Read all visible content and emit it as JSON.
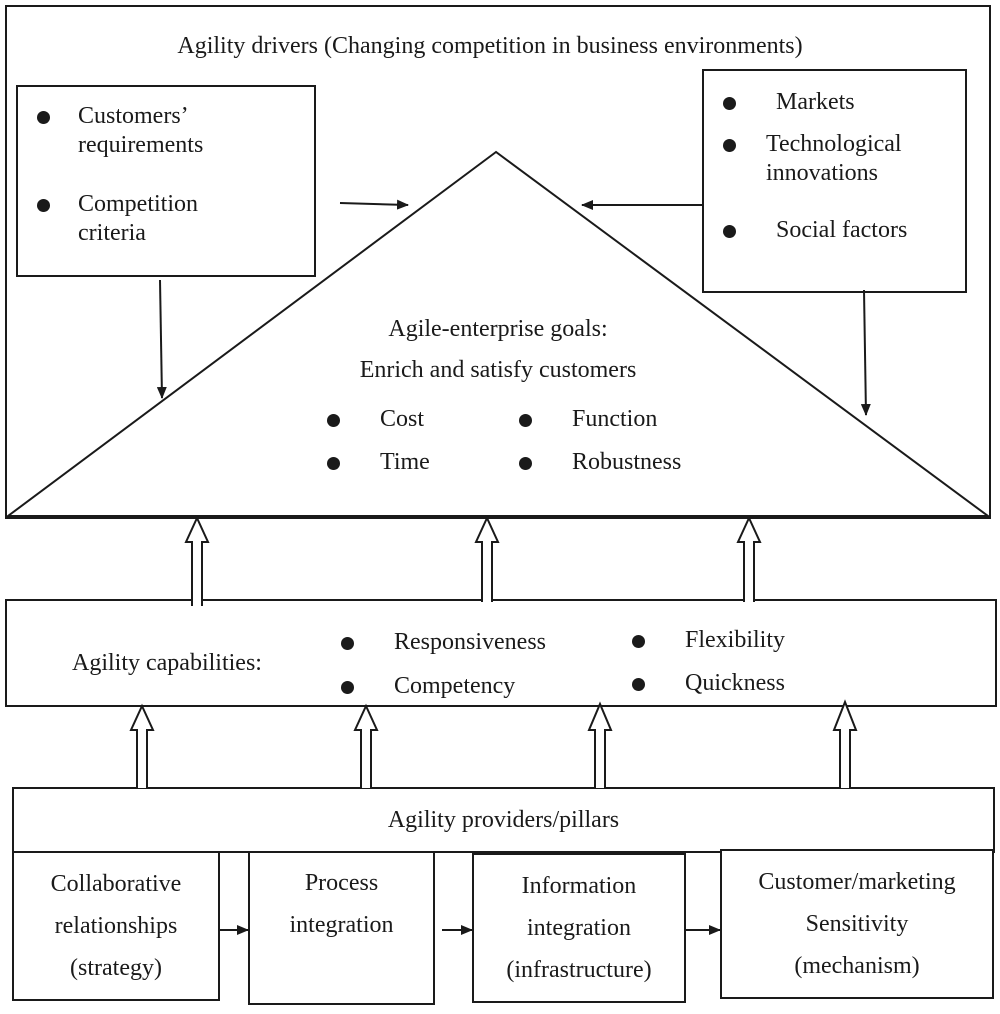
{
  "drivers": {
    "title": "Agility drivers (Changing competition in business environments)",
    "left_box": [
      {
        "line1": "Customers’",
        "line2": "requirements"
      },
      {
        "line1": "Competition",
        "line2": "criteria"
      }
    ],
    "right_box": [
      {
        "line1": "Markets",
        "line2": ""
      },
      {
        "line1": "Technological",
        "line2": "innovations"
      },
      {
        "line1": "Social factors",
        "line2": ""
      }
    ]
  },
  "goals": {
    "line1": "Agile-enterprise goals:",
    "line2": "Enrich and satisfy customers",
    "items": [
      "Cost",
      "Function",
      "Time",
      "Robustness"
    ]
  },
  "capabilities": {
    "label": "Agility capabilities:",
    "items": [
      "Responsiveness",
      "Flexibility",
      "Competency",
      "Quickness"
    ]
  },
  "providers": {
    "title": "Agility providers/pillars",
    "pillars": [
      {
        "lines": [
          "Collaborative",
          "relationships",
          "(strategy)"
        ]
      },
      {
        "lines": [
          "Process",
          "integration"
        ]
      },
      {
        "lines": [
          "Information",
          "integration",
          "(infrastructure)"
        ]
      },
      {
        "lines": [
          "Customer/marketing",
          "Sensitivity",
          "(mechanism)"
        ]
      }
    ]
  },
  "colors": {
    "ink": "#1a1a1a",
    "background": "#ffffff"
  }
}
